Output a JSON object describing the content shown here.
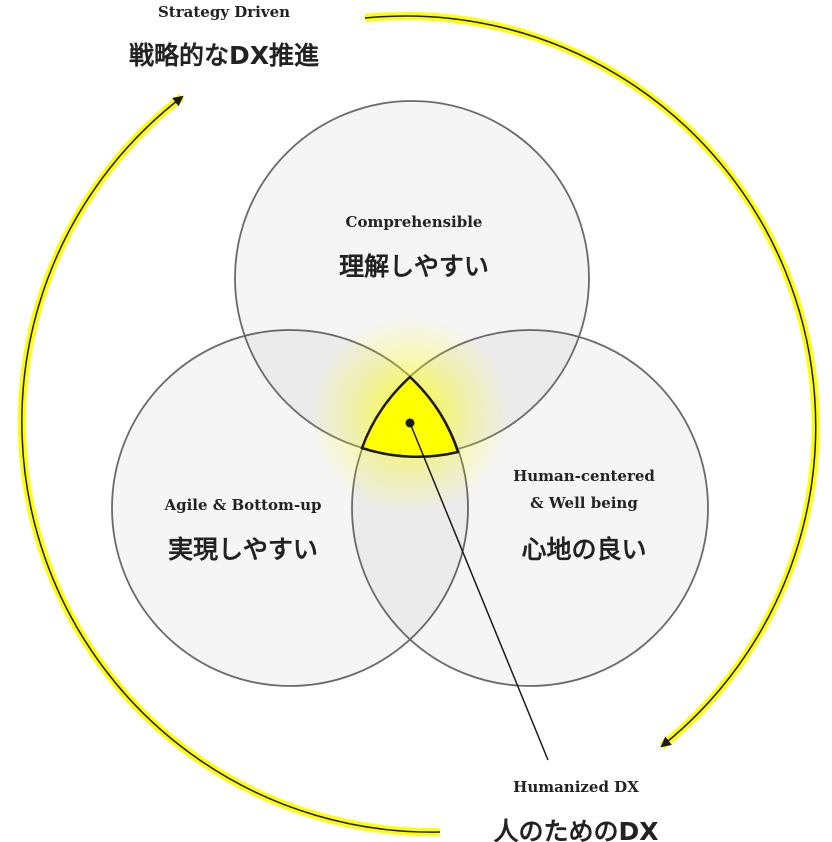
{
  "cycle": {
    "top_label_en": "Strategy Driven",
    "top_label_ja": "戦略的なDX推進",
    "bottom_label_en": "Humanized DX",
    "bottom_label_ja": "人のためのDX"
  },
  "circles": {
    "top": {
      "en": "Comprehensible",
      "ja": "理解しやすい"
    },
    "left": {
      "en": "Agile & Bottom-up",
      "ja": "実現しやすい"
    },
    "right": {
      "en1": "Human-centered",
      "en2": "& Well being",
      "ja": "心地の良い"
    }
  },
  "colors": {
    "highlight": "#ffff00",
    "stroke": "#666666",
    "text": "#222222"
  }
}
